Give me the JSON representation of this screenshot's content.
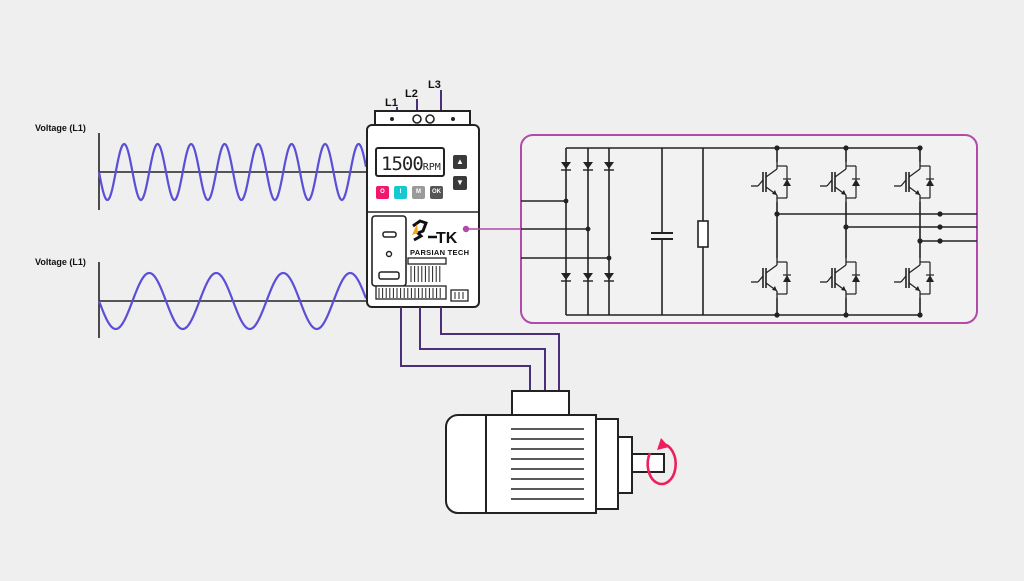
{
  "waveform_labels": {
    "top": "Voltage (L1)",
    "bottom": "Voltage (L1)"
  },
  "phase_labels": [
    "L1",
    "L2",
    "L3"
  ],
  "drive": {
    "display_value": "1500",
    "display_unit": "RPM",
    "keys": [
      {
        "label": "O",
        "color": "#f0186e"
      },
      {
        "label": "I",
        "color": "#15c9d4"
      },
      {
        "label": "M",
        "color": "#9a9a9a"
      },
      {
        "label": "OK",
        "color": "#555555"
      }
    ],
    "up_icon": "triangle-up-icon",
    "down_icon": "triangle-down-icon",
    "brand_name": "PARSIAN TECH"
  },
  "colors": {
    "wave": "#5a4fd6",
    "wire": "#4b2f7a",
    "inverter_frame": "#b14aa8",
    "rotation_arrow": "#ee1f5c",
    "logo_accent": "#f3a51b",
    "background": "#efeff0"
  }
}
